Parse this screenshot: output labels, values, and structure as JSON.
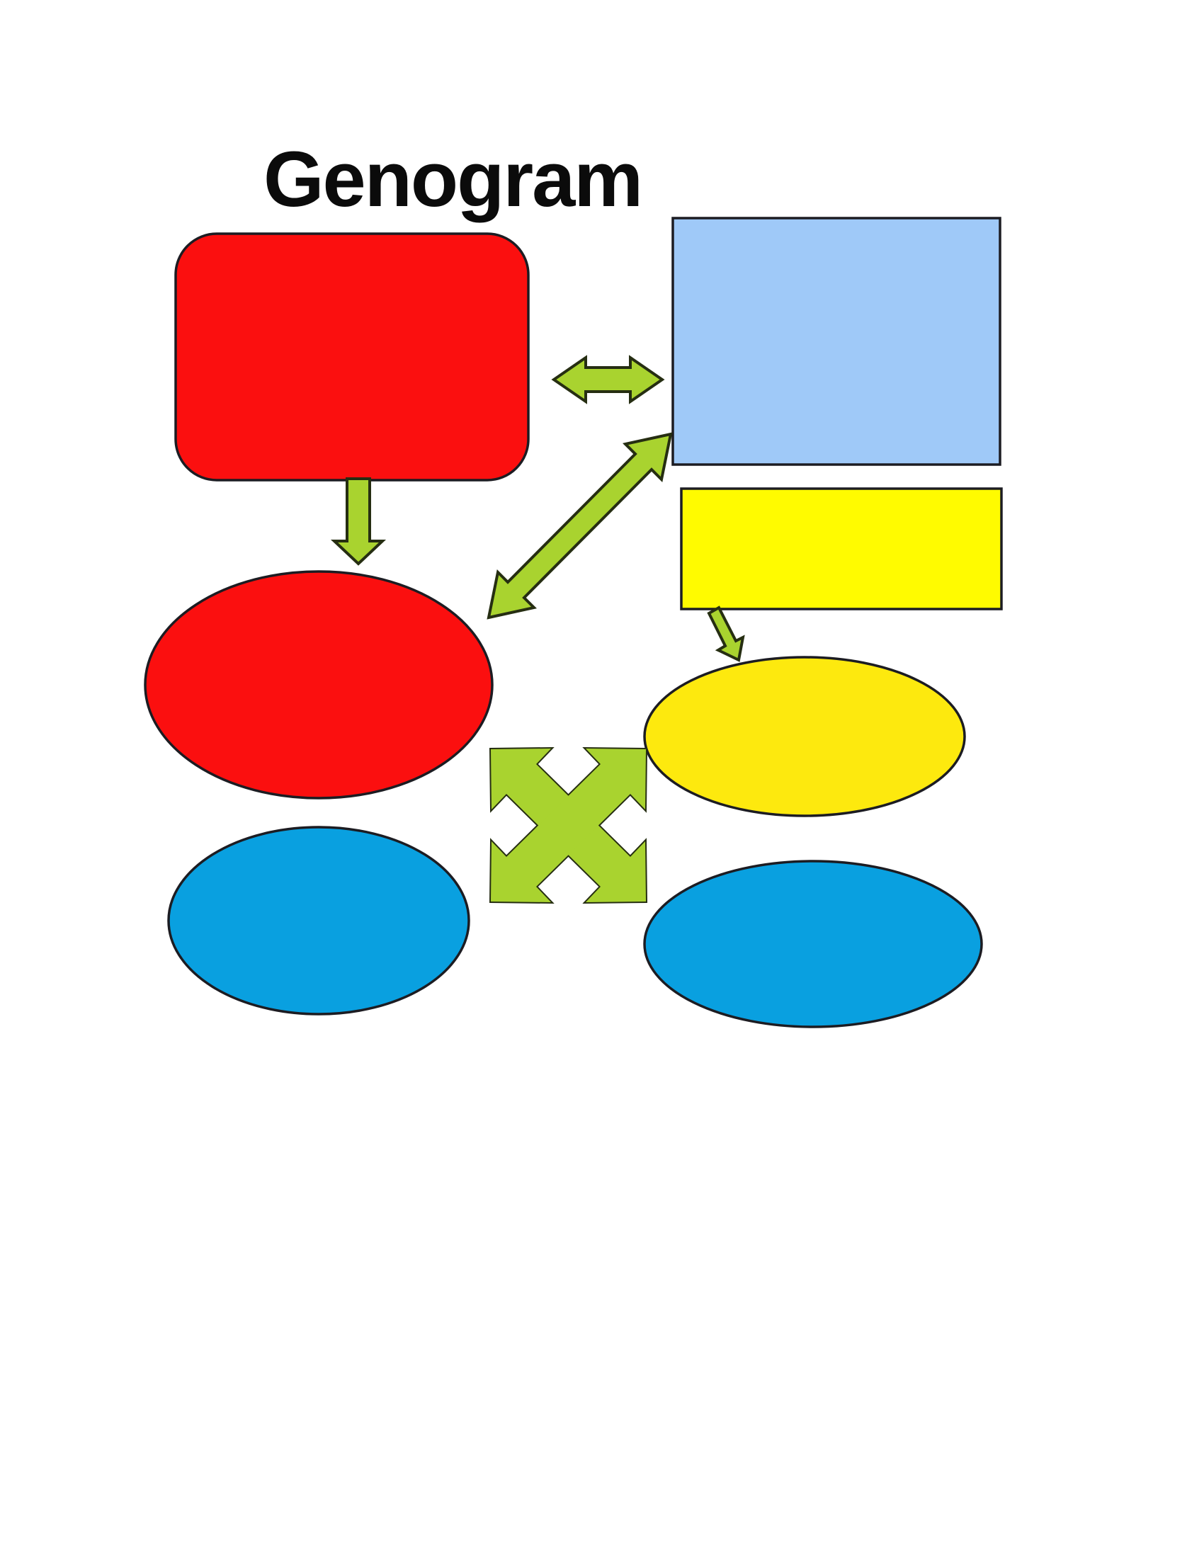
{
  "page": {
    "title": "Genogram",
    "background": "#ffffff"
  },
  "colors": {
    "red": "#fb0f0f",
    "light_blue": "#9fc9f8",
    "yellow": "#fffb00",
    "yellow_deep": "#fde90e",
    "blue": "#09a0e0",
    "green": "#a9d32f",
    "outline_shape": "#1c1c22",
    "outline_arrow": "#262e12"
  },
  "diagram": {
    "nodes": [
      {
        "id": "red-rounded-rect",
        "shape": "rounded-rectangle",
        "color": "red",
        "position": "top-left"
      },
      {
        "id": "light-blue-rect",
        "shape": "rectangle",
        "color": "light_blue",
        "position": "top-right"
      },
      {
        "id": "yellow-rect",
        "shape": "rectangle",
        "color": "yellow",
        "position": "middle-right"
      },
      {
        "id": "red-ellipse",
        "shape": "ellipse",
        "color": "red",
        "position": "middle-left"
      },
      {
        "id": "yellow-ellipse",
        "shape": "ellipse",
        "color": "yellow_deep",
        "position": "middle-right"
      },
      {
        "id": "blue-ellipse-left",
        "shape": "ellipse",
        "color": "blue",
        "position": "bottom-left"
      },
      {
        "id": "blue-ellipse-right",
        "shape": "ellipse",
        "color": "blue",
        "position": "bottom-right"
      }
    ],
    "connections": [
      {
        "from": "red-rounded-rect",
        "to": "light-blue-rect",
        "type": "double-headed-arrow",
        "direction": "horizontal"
      },
      {
        "from": "red-rounded-rect",
        "to": "red-ellipse",
        "type": "single-arrow",
        "direction": "down"
      },
      {
        "from": "light-blue-rect",
        "to": "red-ellipse",
        "type": "double-headed-arrow",
        "direction": "diagonal"
      },
      {
        "from": "yellow-rect",
        "to": "yellow-ellipse",
        "type": "single-arrow",
        "direction": "down-right"
      },
      {
        "from": "blue-ellipse-left",
        "to": "blue-ellipse-right",
        "type": "crossed-double-arrows",
        "direction": "x-cross"
      }
    ]
  }
}
